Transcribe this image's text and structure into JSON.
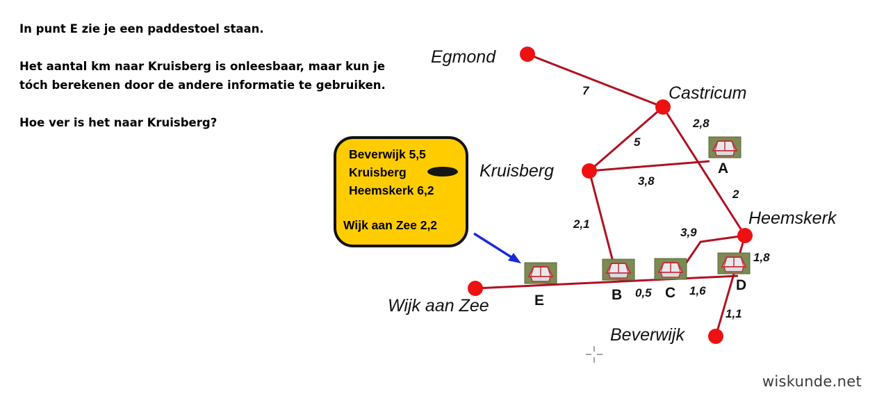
{
  "question": {
    "line1": "In punt E zie je een paddestoel staan.",
    "line2": "Het aantal km naar Kruisberg is onleesbaar, maar kun je tóch berekenen door de andere informatie te gebruiken.",
    "line3": "Hoe ver is het naar Kruisberg?"
  },
  "cities": {
    "egmond": "Egmond",
    "castricum": "Castricum",
    "kruisberg": "Kruisberg",
    "heemskerk": "Heemskerk",
    "wijk_aan_zee": "Wijk aan Zee",
    "beverwijk": "Beverwijk"
  },
  "points": {
    "a": "A",
    "b": "B",
    "c": "C",
    "d": "D",
    "e": "E"
  },
  "distances": {
    "egmond_castricum": "7",
    "castricum_a": "2,8",
    "castricum_kruisberg": "5",
    "kruisberg_a": "3,8",
    "a_heemskerk": "2",
    "kruisberg_b": "2,1",
    "c_heemskerk": "3,9",
    "heemskerk_d": "1,8",
    "b_c": "0,5",
    "c_d": "1,6",
    "d_beverwijk": "1,1"
  },
  "signpost": {
    "line1": "Beverwijk 5,5",
    "line2": "Kruisberg",
    "line3": "Heemskerk 6,2",
    "line4": "Wijk aan Zee 2,2"
  },
  "colors": {
    "road": "#b01020",
    "city_dot": "#ee1111",
    "sign_fill": "#ffcc00",
    "arrow": "#1a2ad8"
  },
  "watermark": "wiskunde.net"
}
